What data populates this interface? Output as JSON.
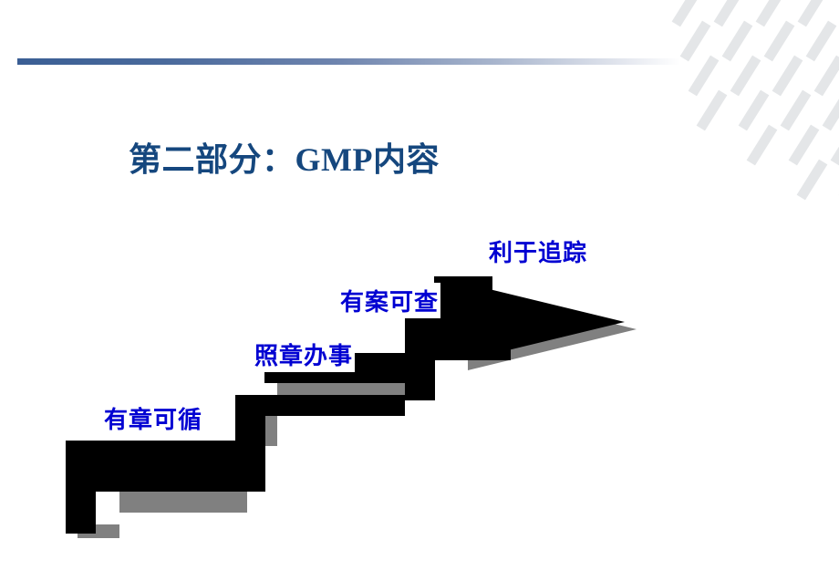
{
  "slide": {
    "title": "第二部分：GMP内容",
    "title_color": "#15477e",
    "background_color": "#ffffff"
  },
  "header": {
    "band_name": "gradient-rule",
    "band_start_color": "#3a5e94",
    "band_end_color": "#ffffff"
  },
  "decoration": {
    "motif_name": "diagonal-dash-pattern",
    "dash_color": "#e4e6e8"
  },
  "diagram": {
    "name": "ascending-staircase-with-arrow",
    "step_color": "#000000",
    "shadow_color": "#808080",
    "arrow_color": "#000000",
    "label_color": "#0000d2",
    "steps": [
      {
        "index": 1,
        "label": "有章可循"
      },
      {
        "index": 2,
        "label": "照章办事"
      },
      {
        "index": 3,
        "label": "有案可查"
      },
      {
        "index": 4,
        "label": "利于追踪"
      }
    ]
  }
}
